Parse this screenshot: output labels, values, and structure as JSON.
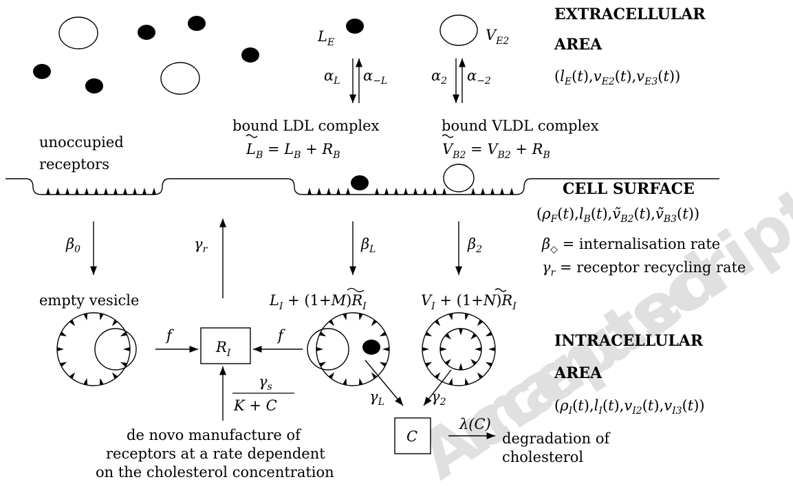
{
  "labels": {
    "extracellular_line1": "EXTRACELLULAR",
    "extracellular_line2": "AREA",
    "extracellular_vars": "(l_E(t),v_E2(t),v_E3(t))",
    "cell_surface": "CELL SURFACE",
    "cell_surface_vars": "(ρ_F(t),l_B(t),ṽ_B2(t),ṽ_B3(t))",
    "intracellular_line1": "INTRACELLULAR",
    "intracellular_line2": "AREA",
    "intracellular_vars": "(ρ_I(t),l_I(t),v_I2(t),v_I3(t))",
    "unoccupied_line1": "unoccupied",
    "unoccupied_line2": "receptors",
    "bound_ldl": "bound LDL complex",
    "bound_ldl_eq": "L̃_B = L_B + R_B",
    "bound_vldl": "bound VLDL complex",
    "bound_vldl_eq": "Ṽ_B2 = V_B2 + R_B",
    "empty_vesicle": "empty vesicle",
    "ldl_vesicle": "L_I + (1+M̃)R_I",
    "vldl_vesicle": "V_I + (1+Ñ)R_I",
    "LE": "L_E",
    "VE2": "V_E2",
    "RI": "R_I",
    "C": "C",
    "denovo_line1": "de novo manufacture of",
    "denovo_line2": "receptors at a rate dependent",
    "denovo_line3": "on the cholesterol concentration",
    "degradation_line1": "degradation of",
    "degradation_line2": "cholesterol",
    "internalisation_def": "β◇ = internalisation rate",
    "recycling_def": "γ_r = receptor recycling rate"
  },
  "rates": {
    "alpha_L": "α_L",
    "alpha_mL": "α_−L",
    "alpha_2": "α_2",
    "alpha_m2": "α_−2",
    "beta_0": "β_0",
    "gamma_r": "γ_r",
    "beta_L": "β_L",
    "beta_2": "β_2",
    "f1": "f",
    "f2": "f",
    "gamma_s": "γ_s",
    "K_plus_C": "K + C",
    "gamma_L": "γ_L",
    "gamma_2": "γ_2",
    "lambda_C": "λ(C)"
  },
  "watermark": "Accepted manuscript"
}
